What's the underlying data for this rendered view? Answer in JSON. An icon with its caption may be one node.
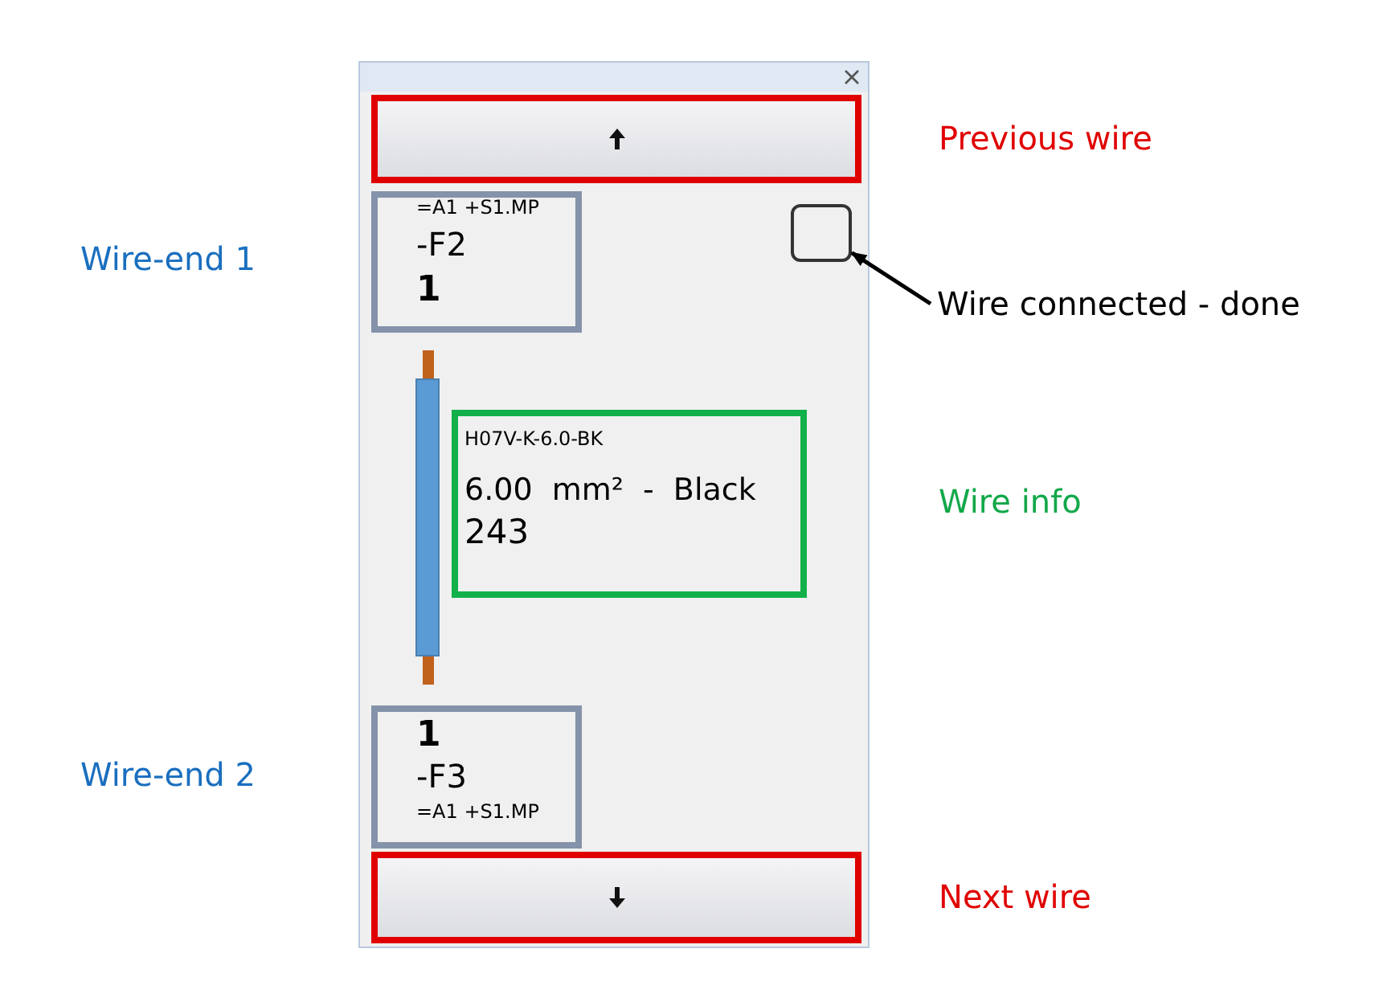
{
  "diagram": {
    "nodes": [
      {
        "text": [],
        "shape": "box"
      },
      {
        "text": [],
        "shape": "box",
        "in": 0
      },
      {
        "text": [
          "=A1 +S1.MP",
          "-F2",
          "1"
        ],
        "in": 0
      },
      {
        "text": [],
        "shape": "box",
        "in": 0
      },
      {
        "text": [
          "H07V-K-6.0-BK",
          "6.00 mm² - Black",
          "243"
        ],
        "in": 0
      },
      {
        "text": [
          "1",
          "-F3",
          "=A1 +S1.MP"
        ],
        "in": 0
      },
      {
        "text": [],
        "shape": "box",
        "in": 0
      },
      {
        "text": [
          "Wire connected - done"
        ]
      }
    ],
    "edges": [
      {
        "from": 7,
        "to": 3,
        "arrow": "to"
      }
    ],
    "labels": [
      "Previous wire",
      "Wire-end 1",
      "Wire info",
      "Wire-end 2",
      "Next wire"
    ]
  }
}
